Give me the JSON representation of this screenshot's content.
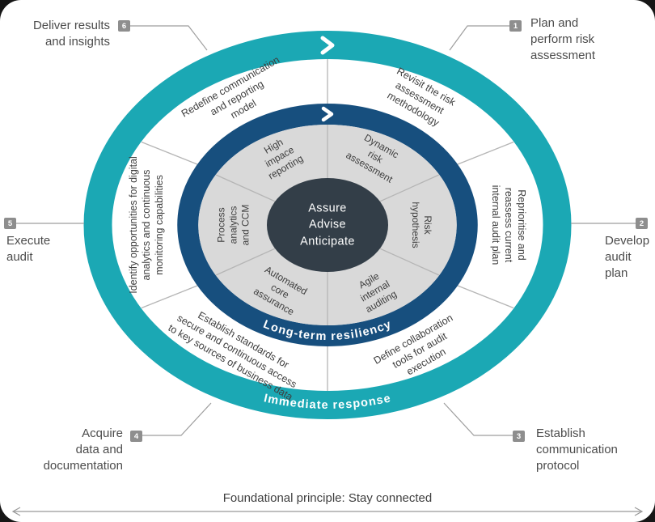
{
  "colors": {
    "teal": "#1BA8B4",
    "navy": "#174F7E",
    "center_circle": "#333E48",
    "segment_gray": "#D9D9D9",
    "badge": "#8E8E8E"
  },
  "center": {
    "text": "Assure\nAdvise\nAnticipate"
  },
  "rings": {
    "outer": {
      "label": "Immediate response",
      "flow_icon": "chevron-right"
    },
    "inner": {
      "label": "Long-term resiliency",
      "flow_icon": "chevron-right"
    }
  },
  "middle_segments": {
    "revisit": "Revisit the risk\nassessment\nmethodology",
    "reprioritise": "Reprioritise and\nreassess current\ninternal audit plan",
    "define": "Define collaboration\ntools for audit\nexecution",
    "establish": "Establish standards for\nsecure and continuous access\nto key sources of business data",
    "identify": "Identify opportunities for digital\nanalytics and continuous\nmonitoring capabilities",
    "redefine": "Redefine communication\nand reporting\nmodel"
  },
  "inner_segments": {
    "dynamic": "Dynamic\nrisk\nassessment",
    "risk": "Risk\nhypothesis",
    "agile": "Agile\ninternal\nauditing",
    "automated": "Automated\ncore\nassurance",
    "process": "Process\nanalytics\nand CCM",
    "high": "High\nimpace\nreporting"
  },
  "steps": [
    {
      "num": "1",
      "label": "Plan and\nperform risk\nassessment"
    },
    {
      "num": "2",
      "label": "Develop\naudit plan"
    },
    {
      "num": "3",
      "label": "Establish\ncommunication\nprotocol"
    },
    {
      "num": "4",
      "label": "Acquire\ndata and\ndocumentation"
    },
    {
      "num": "5",
      "label": "Execute\naudit"
    },
    {
      "num": "6",
      "label": "Deliver results\nand insights"
    }
  ],
  "footer": {
    "principle": "Foundational principle: Stay connected"
  }
}
